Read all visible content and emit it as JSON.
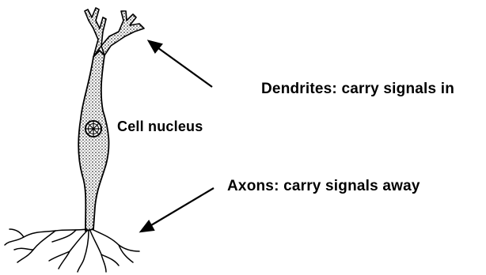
{
  "labels": {
    "dendrites": "Dendrites: carry signals in",
    "nucleus": "Cell nucleus",
    "axons": "Axons: carry signals away"
  },
  "colors": {
    "ink": "#000000",
    "fill": "#8a8a8a",
    "background": "#ffffff"
  }
}
